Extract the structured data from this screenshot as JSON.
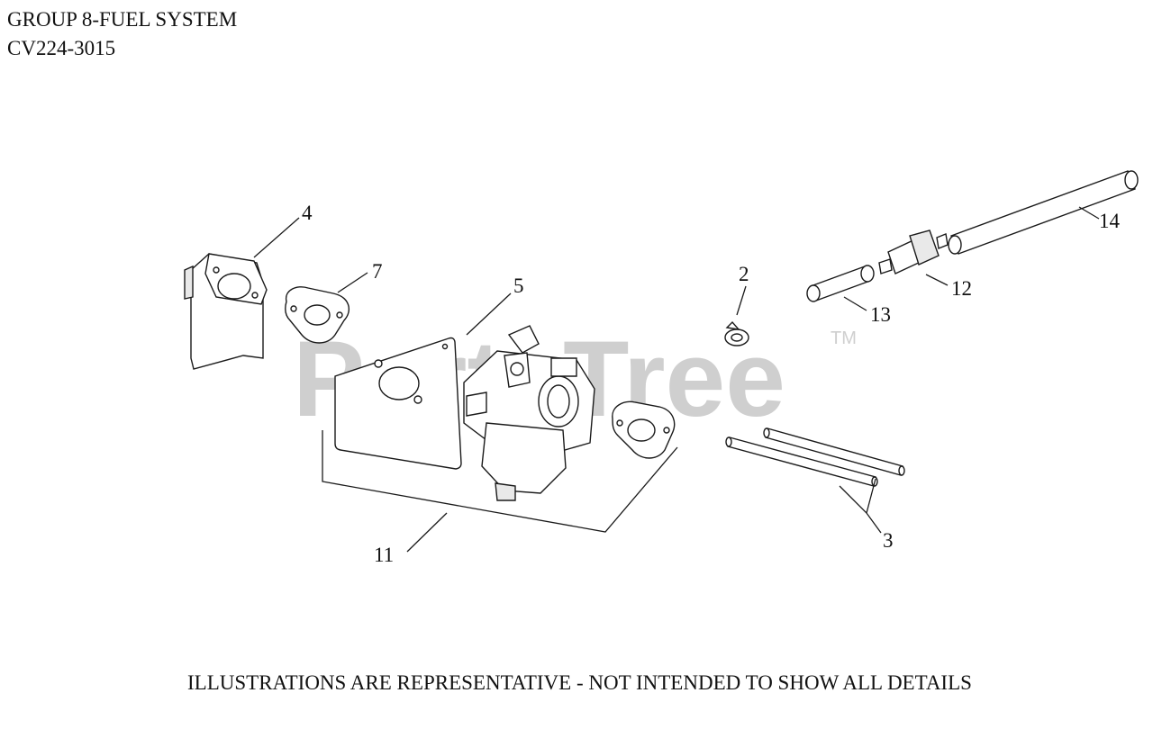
{
  "header": {
    "title": "GROUP 8-FUEL SYSTEM",
    "model": "CV224-3015"
  },
  "footer": {
    "note": "ILLUSTRATIONS ARE REPRESENTATIVE - NOT INTENDED TO SHOW ALL DETAILS"
  },
  "watermark": {
    "text": "PartsTree",
    "tm": "TM"
  },
  "callouts": {
    "c2": "2",
    "c3": "3",
    "c4": "4",
    "c5": "5",
    "c7": "7",
    "c11": "11",
    "c12": "12",
    "c13": "13",
    "c14": "14"
  }
}
